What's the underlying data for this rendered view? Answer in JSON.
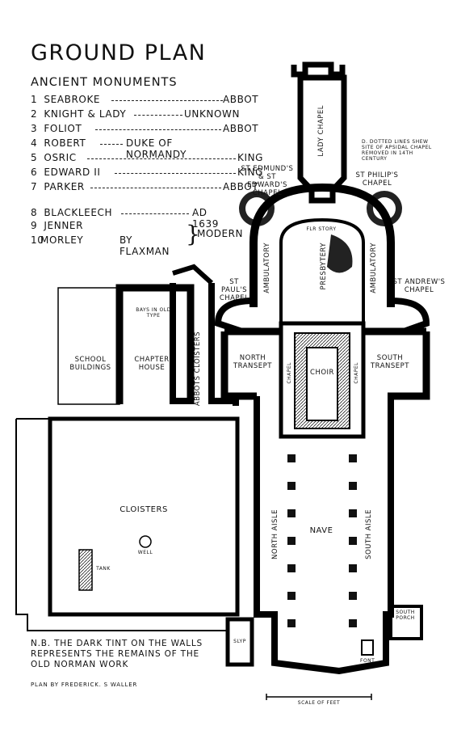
{
  "title": "GROUND PLAN",
  "subtitle": "ANCIENT MONUMENTS",
  "monuments": [
    {
      "num": "1",
      "name": "SEABROKE",
      "role": "ABBOT"
    },
    {
      "num": "2",
      "name": "KNIGHT & LADY",
      "role": "UNKNOWN"
    },
    {
      "num": "3",
      "name": "FOLIOT",
      "role": "ABBOT"
    },
    {
      "num": "4",
      "name": "ROBERT",
      "role": "DUKE OF NORMANDY"
    },
    {
      "num": "5",
      "name": "OSRIC",
      "role": "KING"
    },
    {
      "num": "6",
      "name": "EDWARD II",
      "role": "KING"
    },
    {
      "num": "7",
      "name": "PARKER",
      "role": "ABBOT"
    },
    {
      "num": "8",
      "name": "BLACKLEECH",
      "role": "AD 1639"
    },
    {
      "num": "9",
      "name": "JENNER",
      "role": ""
    },
    {
      "num": "10",
      "name": "MORLEY",
      "role": "BY FLAXMAN"
    }
  ],
  "modern_label": "MODERN",
  "labels": {
    "lady_chapel": "LADY CHAPEL",
    "dotted_note": "D. DOTTED LINES SHEW SITE OF APSIDAL CHAPEL REMOVED IN 14TH CENTURY",
    "st_edmunds": "ST EDMUND'S & ST EDWARD'S CHAPEL",
    "st_philips": "ST PHILIP'S CHAPEL",
    "st_pauls": "ST PAUL'S CHAPEL",
    "st_andrews": "ST ANDREW'S CHAPEL",
    "ambulatory_left": "AMBULATORY",
    "ambulatory_right": "AMBULATORY",
    "presbytery": "PRESBYTERY",
    "flr_story": "FLR STORY",
    "choir": "CHOIR",
    "chapel_left": "CHAPEL",
    "chapel_right": "CHAPEL",
    "north_transept": "NORTH TRANSEPT",
    "south_transept": "SOUTH TRANSEPT",
    "school": "SCHOOL BUILDINGS",
    "chapter_house": "CHAPTER HOUSE",
    "abbots_cloisters": "ABBOTS CLOISTERS",
    "bays_note": "BAYS IN OLD TYPE",
    "cloisters": "CLOISTERS",
    "well": "WELL",
    "tank": "TANK",
    "north_aisle": "NORTH AISLE",
    "nave": "NAVE",
    "south_aisle": "SOUTH AISLE",
    "south_porch": "SOUTH PORCH",
    "slyp": "SLYP",
    "font": "FONT",
    "scale": "SCALE OF FEET"
  },
  "note": "N.B. THE DARK TINT ON THE WALLS REPRESENTS THE REMAINS OF THE OLD NORMAN WORK",
  "credit": "PLAN BY FREDERICK. S WALLER"
}
